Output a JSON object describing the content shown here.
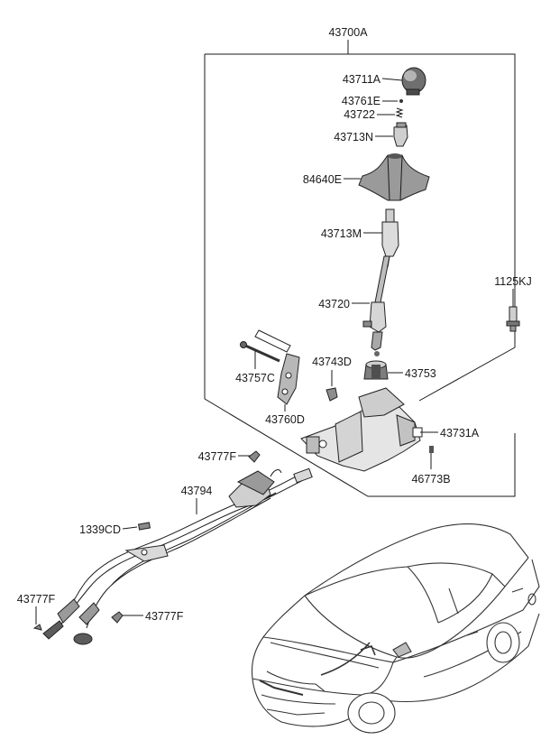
{
  "diagram": {
    "assembly_label": "43700A",
    "labels": {
      "p43711A": "43711A",
      "p43761E": "43761E",
      "p43722": "43722",
      "p43713N": "43713N",
      "p84640E": "84640E",
      "p43713M": "43713M",
      "p43720": "43720",
      "p1125KJ": "1125KJ",
      "p43757C": "43757C",
      "p43743D": "43743D",
      "p43753": "43753",
      "p43760D": "43760D",
      "p43731A": "43731A",
      "p46773B": "46773B",
      "p43777F_top": "43777F",
      "p43794": "43794",
      "p1339CD": "1339CD",
      "p43777F_left": "43777F",
      "p43777F_right": "43777F"
    }
  }
}
